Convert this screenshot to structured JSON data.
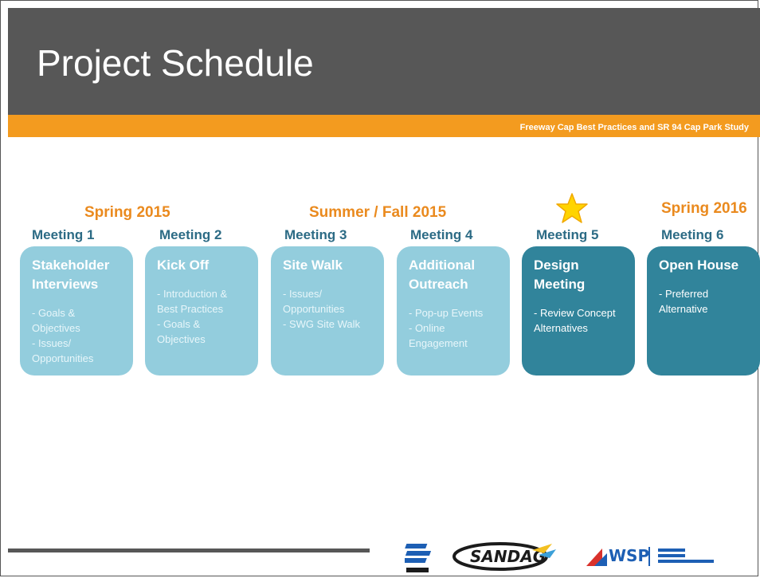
{
  "header": {
    "title": "Project Schedule",
    "subtitle": "Freeway Cap Best Practices and SR 94 Cap Park Study"
  },
  "periods": [
    "Spring 2015",
    "Summer / Fall 2015",
    "Spring 2016"
  ],
  "meetings": [
    {
      "label": "Meeting 1",
      "title": "Stakeholder Interviews",
      "details": "- Goals & Objectives\n- Issues/ Opportunities"
    },
    {
      "label": "Meeting 2",
      "title": "Kick Off",
      "details": "- Introduction & Best Practices\n- Goals & Objectives"
    },
    {
      "label": "Meeting 3",
      "title": "Site Walk",
      "details": "- Issues/ Opportunities\n- SWG Site Walk"
    },
    {
      "label": "Meeting 4",
      "title": "Additional Outreach",
      "details": "- Pop-up Events\n- Online Engagement"
    },
    {
      "label": "Meeting 5",
      "title": "Design Meeting",
      "details": "- Review Concept Alternatives"
    },
    {
      "label": "Meeting 6",
      "title": "Open House",
      "details": "- Preferred Alternative"
    }
  ],
  "logos": {
    "caltrans": "Caltrans",
    "sandag": "SANDAG",
    "wsp": "WSP",
    "pb": "PARSONS BRINCKERHOFF"
  },
  "colors": {
    "header": "#575757",
    "accent": "#f39b1f",
    "period_text": "#ea8a1e",
    "meeting_label": "#2c6b85",
    "card_light": "#93cddd",
    "card_dark": "#31849b",
    "star": "#ffd400"
  },
  "icons": {
    "highlight": "star-icon"
  }
}
